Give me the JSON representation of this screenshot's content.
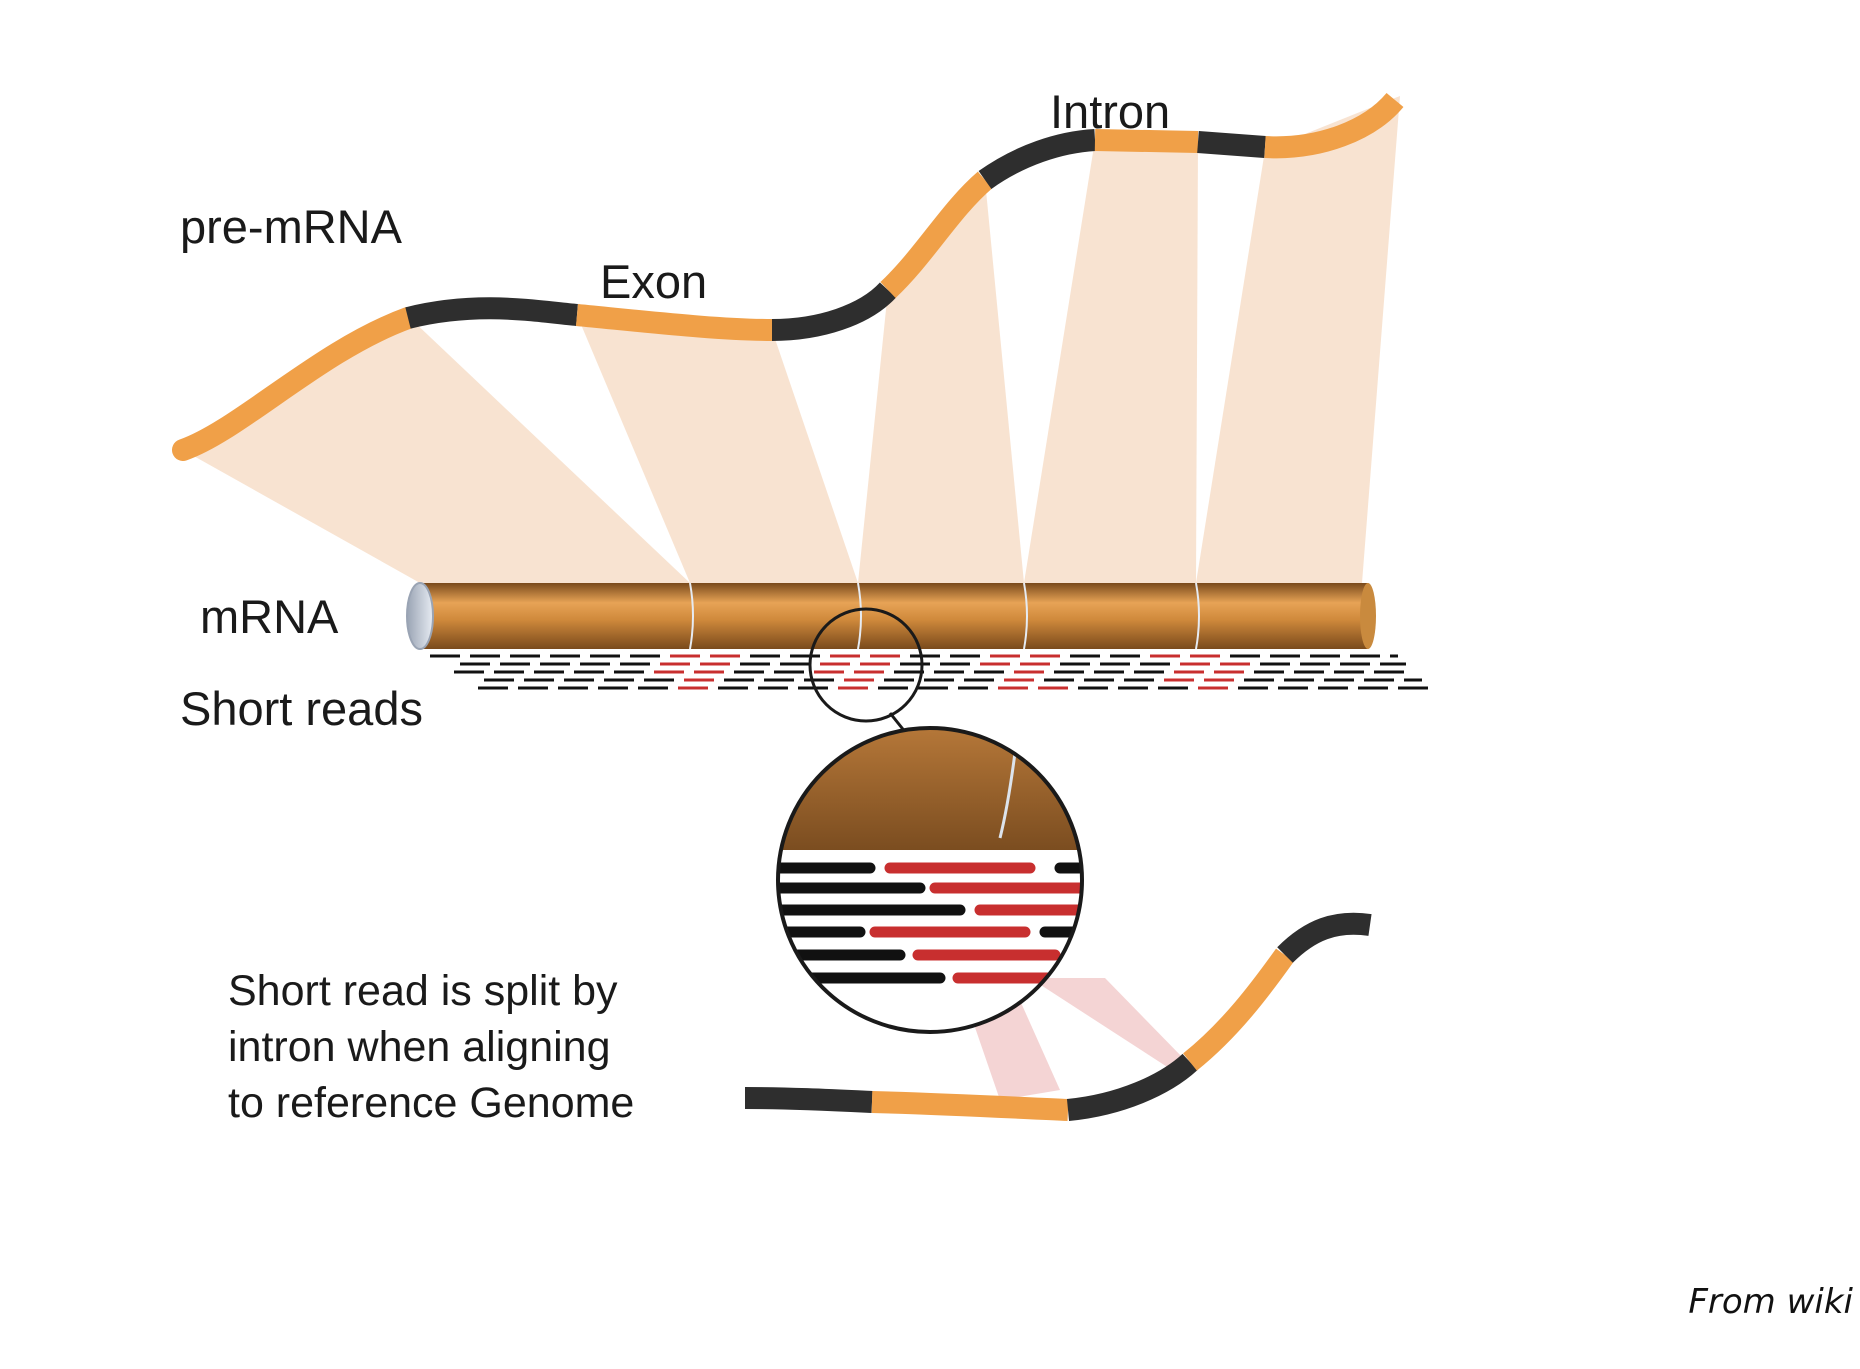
{
  "labels": {
    "pre_mrna": "pre-mRNA",
    "exon": "Exon",
    "intron": "Intron",
    "mrna": "mRNA",
    "short_reads": "Short reads",
    "note_line1": "Short read is split by",
    "note_line2": "intron when aligning",
    "note_line3": "to reference Genome",
    "credit": "From wiki"
  },
  "colors": {
    "exon": "#f0a048",
    "intron": "#2e2e2e",
    "mapping_shade": "#f7e0cc",
    "mrna_tube": "#c98a3e",
    "split_read": "#c82f2f",
    "read": "#111111"
  }
}
